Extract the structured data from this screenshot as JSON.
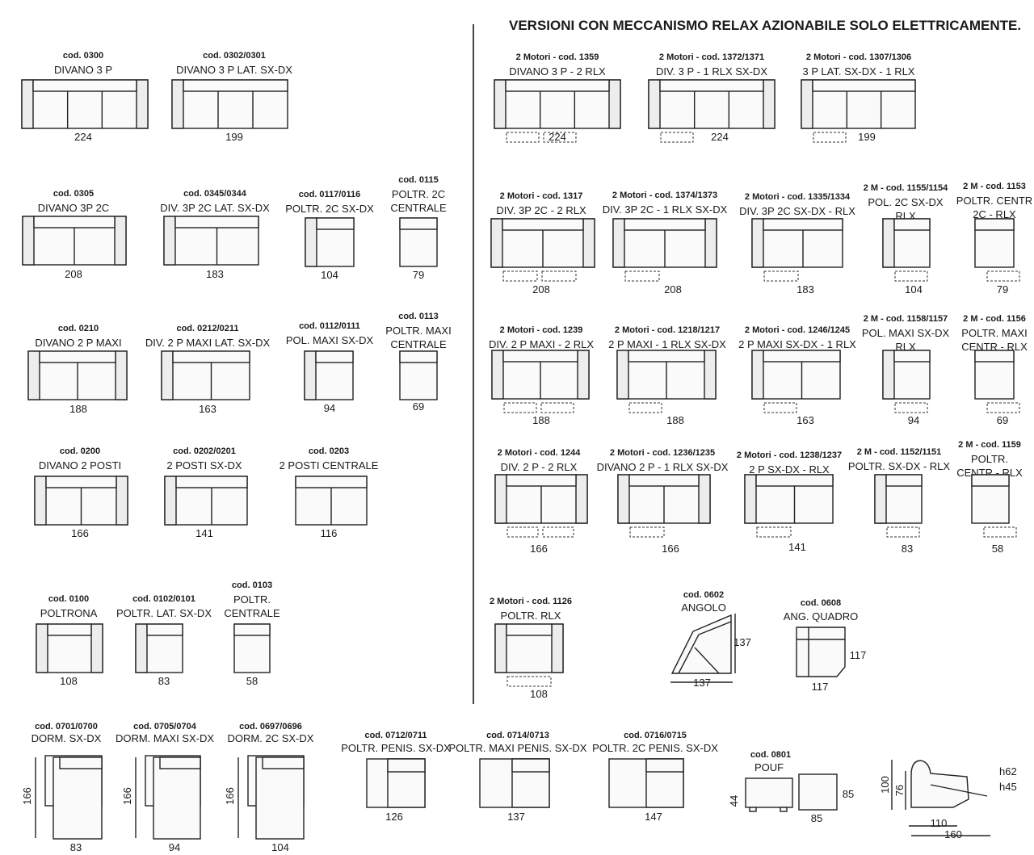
{
  "header": "VERSIONI CON MECCANISMO RELAX AZIONABILE SOLO ELETTRICAMENTE.",
  "items": [
    {
      "id": "0300",
      "code": "cod. 0300",
      "name": "DIVANO 3 P",
      "dim": "224"
    },
    {
      "id": "0302",
      "code": "cod. 0302/0301",
      "name": "DIVANO 3 P LAT. SX-DX",
      "dim": "199"
    },
    {
      "id": "0305",
      "code": "cod. 0305",
      "name": "DIVANO 3P 2C",
      "dim": "208"
    },
    {
      "id": "0345",
      "code": "cod. 0345/0344",
      "name": "DIV. 3P 2C LAT. SX-DX",
      "dim": "183"
    },
    {
      "id": "0117",
      "code": "cod. 0117/0116",
      "name": "POLTR. 2C SX-DX",
      "dim": "104"
    },
    {
      "id": "0115",
      "code": "cod. 0115",
      "name": "POLTR. 2C",
      "name2": "CENTRALE",
      "dim": "79"
    },
    {
      "id": "0210",
      "code": "cod. 0210",
      "name": "DIVANO 2 P MAXI",
      "dim": "188"
    },
    {
      "id": "0212",
      "code": "cod. 0212/0211",
      "name": "DIV. 2 P MAXI LAT. SX-DX",
      "dim": "163"
    },
    {
      "id": "0112",
      "code": "cod. 0112/0111",
      "name": "POL. MAXI SX-DX",
      "dim": "94"
    },
    {
      "id": "0113",
      "code": "cod. 0113",
      "name": "POLTR. MAXI",
      "name2": "CENTRALE",
      "dim": "69"
    },
    {
      "id": "0200",
      "code": "cod. 0200",
      "name": "DIVANO 2 POSTI",
      "dim": "166"
    },
    {
      "id": "0202",
      "code": "cod. 0202/0201",
      "name": "2 POSTI SX-DX",
      "dim": "141"
    },
    {
      "id": "0203",
      "code": "cod. 0203",
      "name": "2 POSTI CENTRALE",
      "dim": "116"
    },
    {
      "id": "0100",
      "code": "cod. 0100",
      "name": "POLTRONA",
      "dim": "108"
    },
    {
      "id": "0102",
      "code": "cod. 0102/0101",
      "name": "POLTR. LAT. SX-DX",
      "dim": "83"
    },
    {
      "id": "0103",
      "code": "cod. 0103",
      "name": "POLTR.",
      "name2": "CENTRALE",
      "dim": "58"
    },
    {
      "id": "1359",
      "code": "2 Motori - cod. 1359",
      "name": "DIVANO 3 P - 2 RLX",
      "dim": "224"
    },
    {
      "id": "1372",
      "code": "2 Motori - cod. 1372/1371",
      "name": "DIV. 3 P - 1 RLX SX-DX",
      "dim": "224"
    },
    {
      "id": "1307",
      "code": "2 Motori - cod. 1307/1306",
      "name": "3 P  LAT. SX-DX - 1 RLX",
      "dim": "199"
    },
    {
      "id": "1317",
      "code": "2 Motori - cod. 1317",
      "name": "DIV. 3P 2C  - 2 RLX",
      "dim": "208"
    },
    {
      "id": "1374",
      "code": "2 Motori - cod. 1374/1373",
      "name": "DIV. 3P 2C  - 1 RLX SX-DX",
      "dim": "208"
    },
    {
      "id": "1335",
      "code": "2 Motori - cod. 1335/1334",
      "name": "DIV. 3P 2C SX-DX - RLX",
      "dim": "183"
    },
    {
      "id": "1155",
      "code": "2 M - cod. 1155/1154",
      "name": "POL. 2C SX-DX",
      "name2": "RLX",
      "dim": "104"
    },
    {
      "id": "1153",
      "code": "2 M - cod. 1153",
      "name": "POLTR. CENTR",
      "name2": "2C - RLX",
      "dim": "79"
    },
    {
      "id": "1239",
      "code": "2 Motori - cod. 1239",
      "name": "DIV. 2 P MAXI - 2 RLX",
      "dim": "188"
    },
    {
      "id": "1218",
      "code": "2 Motori - cod. 1218/1217",
      "name": "2 P MAXI - 1 RLX SX-DX",
      "dim": "188"
    },
    {
      "id": "1246",
      "code": "2 Motori - cod. 1246/1245",
      "name": "2 P MAXI SX-DX - 1 RLX",
      "dim": "163"
    },
    {
      "id": "1158",
      "code": "2 M - cod. 1158/1157",
      "name": "POL. MAXI SX-DX",
      "name2": "RLX",
      "dim": "94"
    },
    {
      "id": "1156",
      "code": "2 M - cod. 1156",
      "name": "POLTR. MAXI",
      "name2": "CENTR - RLX",
      "dim": "69"
    },
    {
      "id": "1244",
      "code": "2 Motori - cod. 1244",
      "name": "DIV. 2 P - 2 RLX",
      "dim": "166"
    },
    {
      "id": "1236",
      "code": "2 Motori - cod. 1236/1235",
      "name": "DIVANO 2 P - 1 RLX SX-DX",
      "dim": "166"
    },
    {
      "id": "1238",
      "code": "2 Motori - cod. 1238/1237",
      "name": "2 P SX-DX - RLX",
      "dim": "141"
    },
    {
      "id": "1152",
      "code": "2 M - cod. 1152/1151",
      "name": "POLTR. SX-DX - RLX",
      "dim": "83"
    },
    {
      "id": "1159",
      "code": "2 M - cod. 1159",
      "name": "POLTR.",
      "name2": "CENTR - RLX",
      "dim": "58"
    },
    {
      "id": "1126",
      "code": "2 Motori - cod. 1126",
      "name": "POLTR. RLX",
      "dim": "108"
    },
    {
      "id": "0602",
      "code": "cod. 0602",
      "name": "ANGOLO",
      "dim": "137",
      "dim2": "137"
    },
    {
      "id": "0608",
      "code": "cod. 0608",
      "name": "ANG. QUADRO",
      "dim": "117",
      "dim2": "117"
    },
    {
      "id": "0701",
      "code": "cod. 0701/0700",
      "name": "DORM. SX-DX",
      "dim": "83",
      "dim2": "166"
    },
    {
      "id": "0705",
      "code": "cod. 0705/0704",
      "name": "DORM. MAXI SX-DX",
      "dim": "94",
      "dim2": "166"
    },
    {
      "id": "0697",
      "code": "cod. 0697/0696",
      "name": "DORM. 2C SX-DX",
      "dim": "104",
      "dim2": "166"
    },
    {
      "id": "0712",
      "code": "cod. 0712/0711",
      "name": "POLTR. PENIS. SX-DX",
      "dim": "126"
    },
    {
      "id": "0714",
      "code": "cod. 0714/0713",
      "name": "POLTR. MAXI PENIS. SX-DX",
      "dim": "137"
    },
    {
      "id": "0716",
      "code": "cod. 0716/0715",
      "name": "POLTR. 2C PENIS. SX-DX",
      "dim": "147"
    },
    {
      "id": "0801",
      "code": "cod. 0801",
      "name": "POUF",
      "dim": "85",
      "dim2": "85",
      "dim3": "44"
    }
  ],
  "profile": {
    "h_back": "100",
    "h_seat_back": "76",
    "h_arm": "h62",
    "h_seat": "h45",
    "depth": "110",
    "depth_open": "160"
  }
}
